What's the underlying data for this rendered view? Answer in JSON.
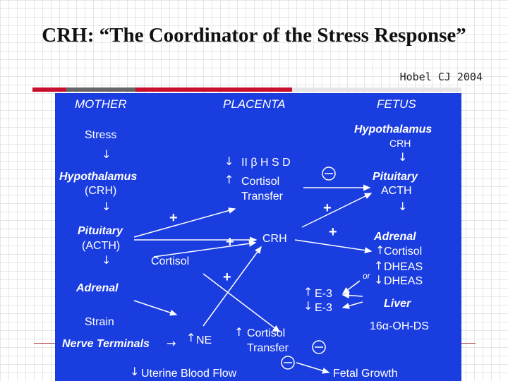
{
  "slide": {
    "title": "CRH: “The Coordinator of the Stress Response”",
    "citation": "Hobel CJ 2004"
  },
  "diagram": {
    "columns": {
      "mother": "MOTHER",
      "placenta": "PLACENTA",
      "fetus": "FETUS"
    },
    "mother": {
      "stress": "Stress",
      "hypothalamus": "Hypothalamus",
      "crh": "(CRH)",
      "pituitary": "Pituitary",
      "acth": "(ACTH)",
      "cortisol": "Cortisol",
      "adrenal": "Adrenal",
      "strain": "Strain",
      "nerve_terminals": "Nerve Terminals",
      "ne": "NE",
      "uterine_blood_flow": "Uterine Blood Flow"
    },
    "placenta": {
      "ii_b_hsd": "II β H S D",
      "cortisol_transfer_1": "Cortisol",
      "cortisol_transfer_2": "Transfer",
      "crh": "CRH",
      "e3_up": "E-3",
      "e3_down": "E-3",
      "cortisol_transfer_b1": "Cortisol",
      "cortisol_transfer_b2": "Transfer"
    },
    "fetus": {
      "hypothalamus": "Hypothalamus",
      "crh": "CRH",
      "pituitary": "Pituitary",
      "acth": "ACTH",
      "adrenal": "Adrenal",
      "cortisol": "Cortisol",
      "dheas_up": "DHEAS",
      "or": "or",
      "dheas_down": "DHEAS",
      "liver": "Liver",
      "oh_ds": "16α-OH-DS",
      "fetal_growth": "Fetal Growth"
    },
    "signs": {
      "plus": "+",
      "minus": "−"
    },
    "glyphs": {
      "up": "↑",
      "down": "↓",
      "right": "→"
    }
  }
}
